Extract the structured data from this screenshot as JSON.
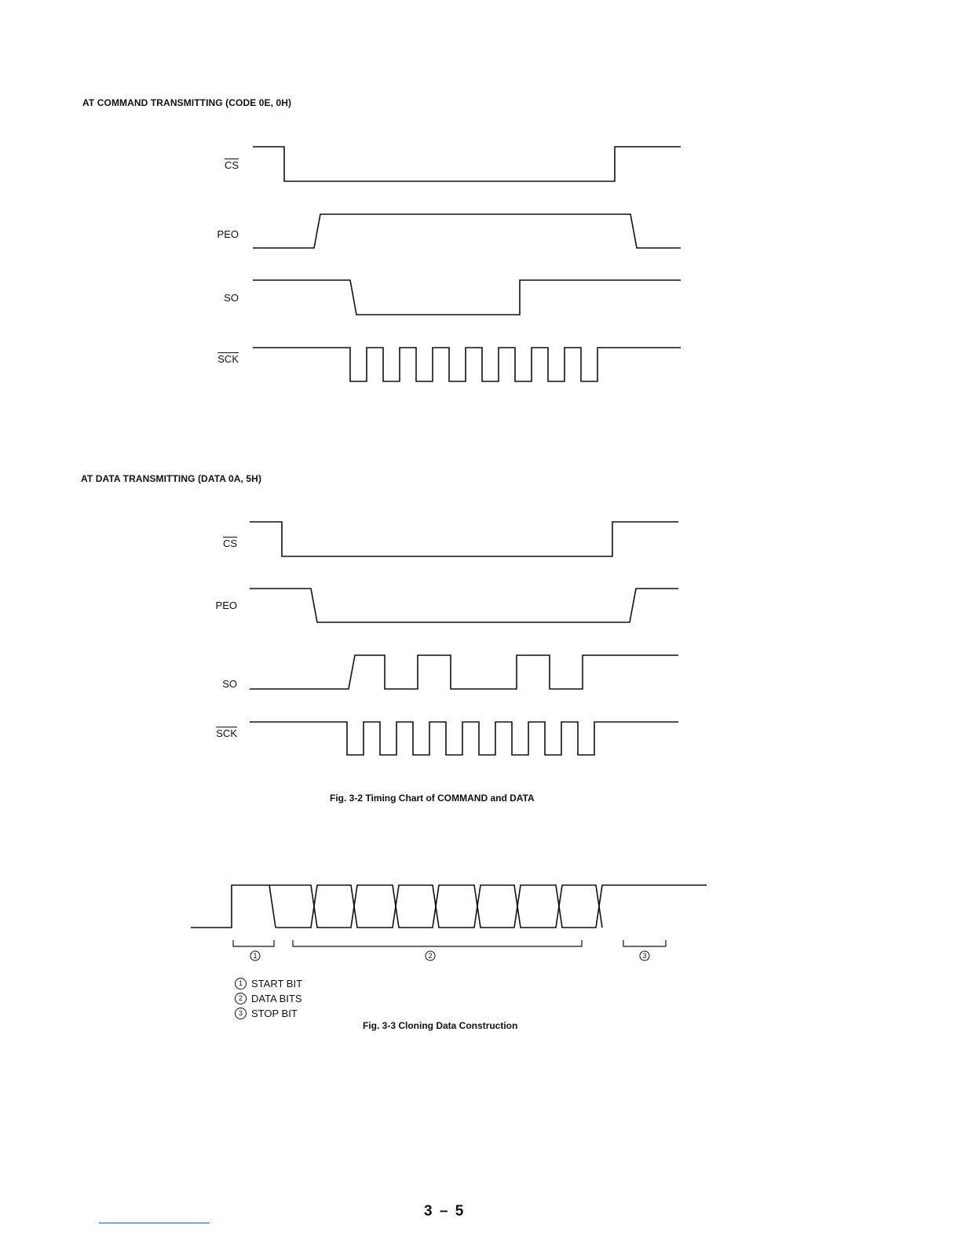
{
  "section1": {
    "heading": "AT COMMAND TRANSMITTING (CODE 0E, 0H)",
    "signals": [
      "CS",
      "PEO",
      "SO",
      "SCK"
    ]
  },
  "section2": {
    "heading": "AT DATA TRANSMITTING (DATA 0A, 5H)",
    "signals": [
      "CS",
      "PEO",
      "SO",
      "SCK"
    ]
  },
  "fig32_caption": "Fig. 3-2 Timing Chart of COMMAND and DATA",
  "fig33": {
    "markers": [
      "1",
      "2",
      "3"
    ],
    "legend": [
      {
        "num": "1",
        "text": "START BIT"
      },
      {
        "num": "2",
        "text": "DATA BITS"
      },
      {
        "num": "3",
        "text": "STOP BIT"
      }
    ],
    "caption": "Fig. 3-3 Cloning Data Construction"
  },
  "page_number": "3 – 5"
}
